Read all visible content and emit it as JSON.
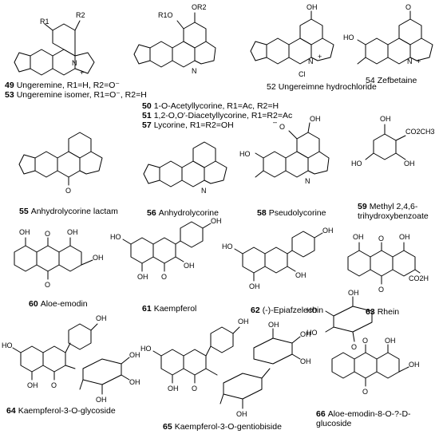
{
  "compounds": [
    {
      "id": "49",
      "name": "Ungeremine, R1=H, R2=O⁻"
    },
    {
      "id": "53",
      "name": "Ungeremine isomer, R1=O⁻, R2=H"
    },
    {
      "id": "50",
      "name": "1-O-Acetyllycorine, R1=Ac, R2=H"
    },
    {
      "id": "51",
      "name": "1,2-O,O′-Diacetyllycorine, R1=R2=Ac"
    },
    {
      "id": "57",
      "name": "Lycorine, R1=R2=OH"
    },
    {
      "id": "52",
      "name": "Ungereimne hydrochloride"
    },
    {
      "id": "54",
      "name": "Zefbetaine"
    },
    {
      "id": "55",
      "name": "Anhydrolycorine lactam"
    },
    {
      "id": "56",
      "name": "Anhydrolycorine"
    },
    {
      "id": "58",
      "name": "Pseudolycorine"
    },
    {
      "id": "59",
      "name_line1": "Methyl 2,4,6-",
      "name_line2": "trihydroxybenzoate"
    },
    {
      "id": "60",
      "name": "Aloe-emodin"
    },
    {
      "id": "61",
      "name": "Kaempferol"
    },
    {
      "id": "62",
      "name": "(-)-Epiafzelechin"
    },
    {
      "id": "63",
      "name": "Rhein"
    },
    {
      "id": "64",
      "name": "Kaempferol-3-O-glycoside"
    },
    {
      "id": "65",
      "name": "Kaempferol-3-O-gentiobiside"
    },
    {
      "id": "66",
      "name_line1": "Aloe-emodin-8-O-?-D-",
      "name_line2": "glucoside"
    }
  ],
  "atoms": {
    "R1": "R1",
    "R2": "R2",
    "N": "N",
    "plus": "+",
    "O": "O",
    "OH": "OH",
    "minus": "–",
    "Cl": "Cl",
    "CO2CH3": "CO2CH3",
    "CO2H": "CO2H",
    "HO": "HO"
  }
}
